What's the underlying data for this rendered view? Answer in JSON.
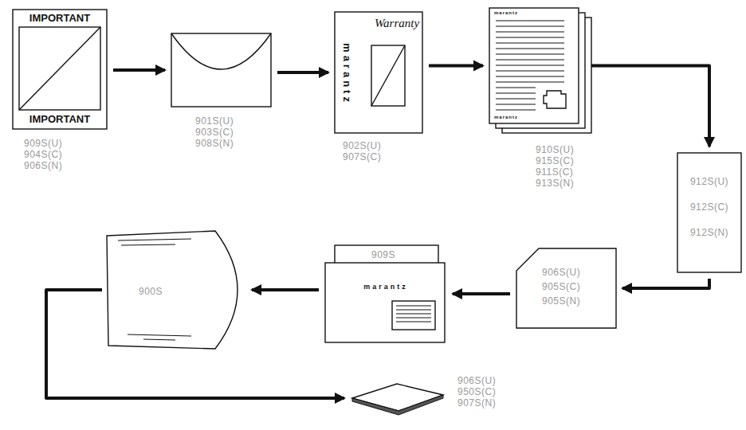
{
  "diagram": {
    "nodes": [
      {
        "text": [
          "IMPORTANT",
          "IMPORTANT",
          "909S(U)",
          "904S(C)",
          "906S(N)"
        ]
      },
      {
        "text": [
          "901S(U)",
          "903S(C)",
          "908S(N)"
        ]
      },
      {
        "text": [
          "marantz",
          "Warranty",
          "902S(U)",
          "907S(C)"
        ]
      },
      {
        "text": [
          "marantz",
          "marantz",
          "910S(U)",
          "915S(C)",
          "911S(C)",
          "913S(N)"
        ]
      },
      {
        "text": [
          "912S(U)",
          "912S(C)",
          "912S(N)"
        ]
      },
      {
        "text": [
          "906S(U)",
          "905S(C)",
          "905S(N)"
        ]
      },
      {
        "text": [
          "909S",
          "marantz"
        ]
      },
      {
        "text": [
          "900S"
        ]
      },
      {
        "text": [
          "906S(U)",
          "950S(C)",
          "907S(N)"
        ]
      }
    ],
    "edges": [
      {
        "from": 0,
        "to": 1,
        "arrow": "to"
      },
      {
        "from": 1,
        "to": 2,
        "arrow": "to"
      },
      {
        "from": 2,
        "to": 3,
        "arrow": "to"
      },
      {
        "from": 3,
        "to": 4,
        "arrow": "to"
      },
      {
        "from": 4,
        "to": 5,
        "arrow": "to"
      },
      {
        "from": 5,
        "to": 6,
        "arrow": "to"
      },
      {
        "from": 6,
        "to": 7,
        "arrow": "to"
      },
      {
        "from": 7,
        "to": 8,
        "arrow": "to"
      }
    ]
  }
}
